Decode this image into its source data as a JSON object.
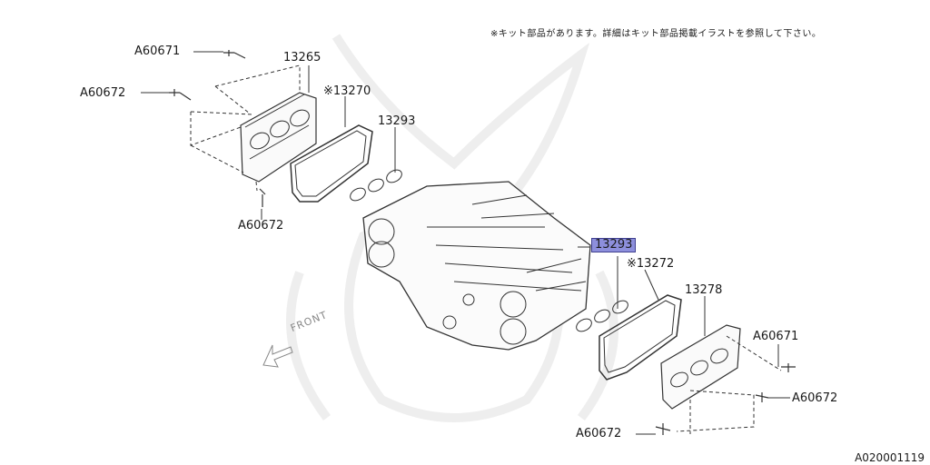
{
  "note": "※キット部品があります。詳細はキット部品掲載イラストを参照して下さい。",
  "diagram_code": "A020001119",
  "front_label": "FRONT",
  "highlight_color": "#8d8fdc",
  "labels": {
    "a60671_top": "A60671",
    "p13265": "13265",
    "a60672_top": "A60672",
    "p13270": "※13270",
    "p13293_top": "13293",
    "a60672_left": "A60672",
    "p13293_selected": "13293",
    "p13272": "※13272",
    "p13278": "13278",
    "a60671_right": "A60671",
    "a60672_right": "A60672",
    "a60672_bottom": "A60672"
  }
}
